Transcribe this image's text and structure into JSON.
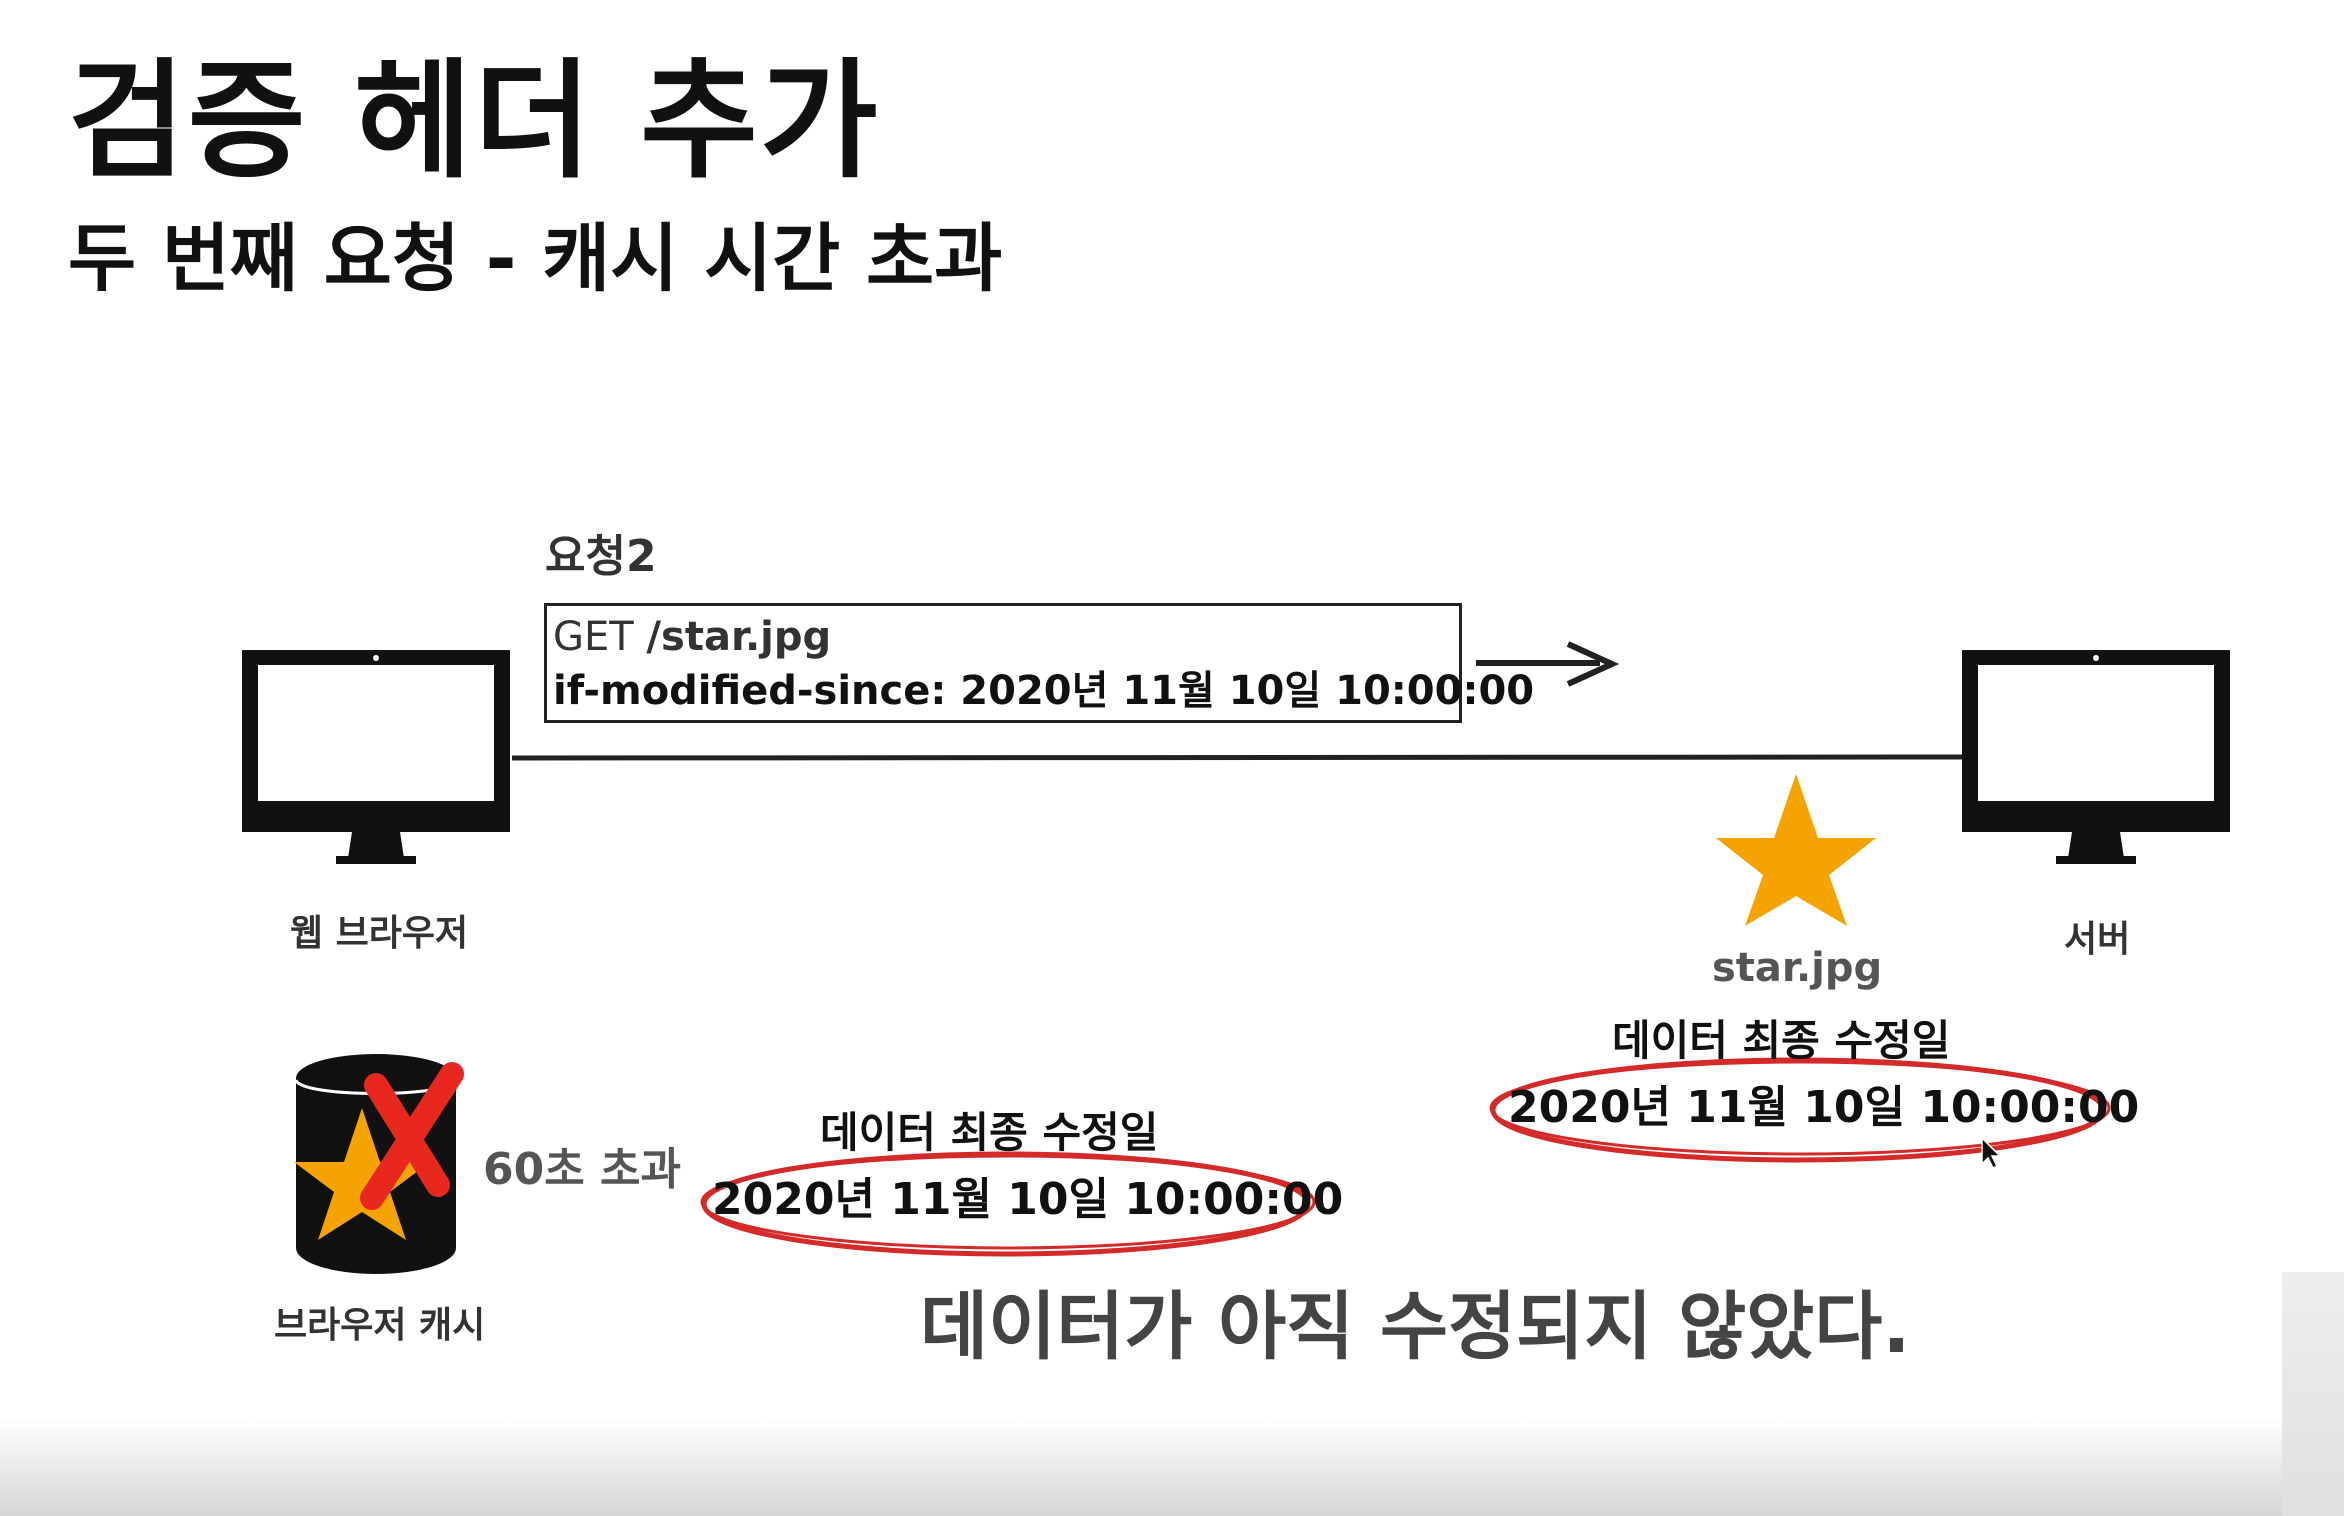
{
  "slide": {
    "title": "검증 헤더 추가",
    "subtitle": "두 번째 요청 - 캐시 시간 초과"
  },
  "request": {
    "label": "요청2",
    "method": "GET",
    "path": "/star.jpg",
    "header_line": "if-modified-since: 2020년 11월 10일 10:00:00"
  },
  "client": {
    "label": "웹 브라우저"
  },
  "server": {
    "label": "서버",
    "resource_name": "star.jpg",
    "last_modified_label": "데이터 최종 수정일",
    "last_modified_value": "2020년 11월 10일 10:00:00"
  },
  "cache": {
    "label": "브라우저 캐시",
    "expired_text": "60초 초과",
    "last_modified_label": "데이터 최종 수정일",
    "last_modified_value": "2020년 11월 10일 10:00:00"
  },
  "conclusion": "데이터가 아직 수정되지 않았다.",
  "colors": {
    "star": "#f5a300",
    "highlight_ellipse": "#d42a2a",
    "cross": "#e8281e",
    "monitor": "#111111"
  },
  "icons": [
    "monitor-icon",
    "star-icon",
    "database-icon",
    "cross-mark-icon",
    "arrow-right-icon",
    "mouse-cursor-icon"
  ]
}
